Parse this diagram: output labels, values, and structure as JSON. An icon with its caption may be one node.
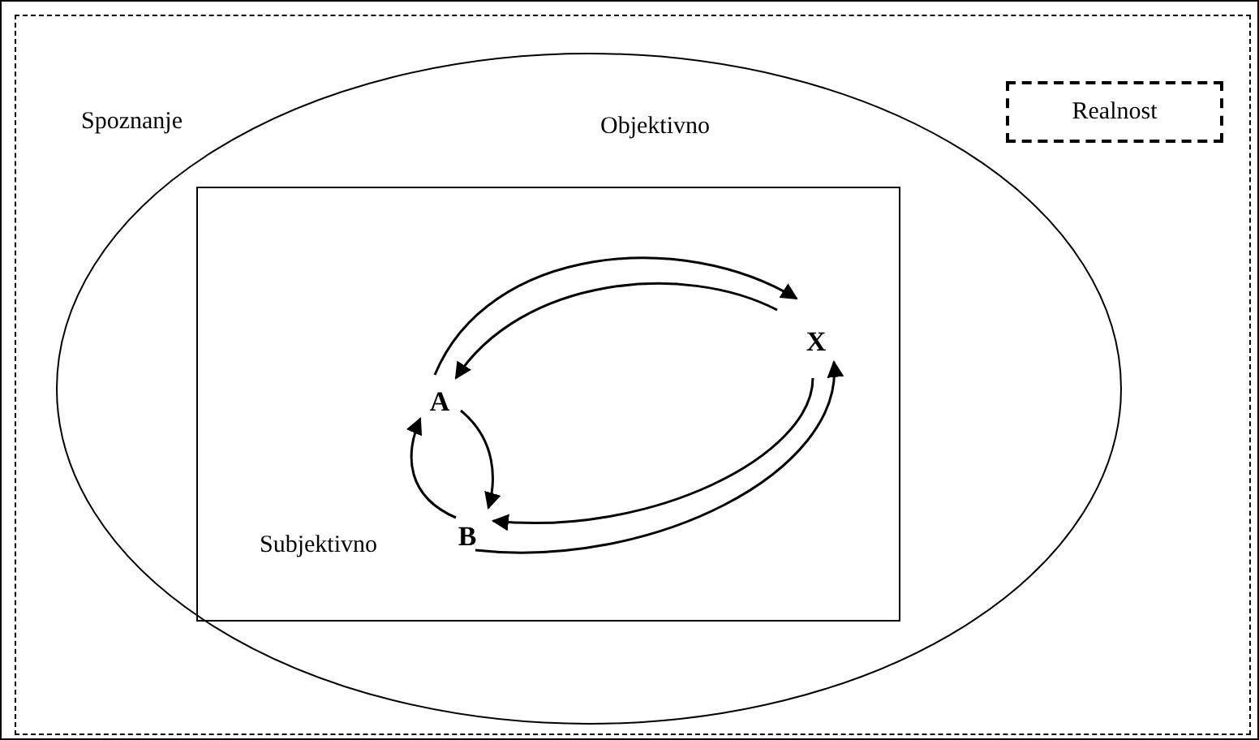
{
  "diagram": {
    "nodes": [
      {
        "text": [
          "Spoznanje"
        ]
      },
      {
        "text": [
          "Realnost"
        ],
        "in": 0
      },
      {
        "text": [
          "Objektivno"
        ],
        "in": 0
      },
      {
        "text": [
          "Subjektivno"
        ],
        "in": 2
      },
      {
        "text": [
          "A"
        ],
        "in": 3
      },
      {
        "text": [
          "B"
        ],
        "in": 3
      },
      {
        "text": [
          "X"
        ],
        "in": 3
      }
    ],
    "edges": [
      {
        "from": 4,
        "to": 6,
        "arrow": "to"
      },
      {
        "from": 6,
        "to": 4,
        "arrow": "to"
      },
      {
        "from": 4,
        "to": 5,
        "arrow": "to"
      },
      {
        "from": 5,
        "to": 4,
        "arrow": "to"
      },
      {
        "from": 5,
        "to": 6,
        "arrow": "to"
      },
      {
        "from": 6,
        "to": 5,
        "arrow": "to"
      }
    ]
  }
}
